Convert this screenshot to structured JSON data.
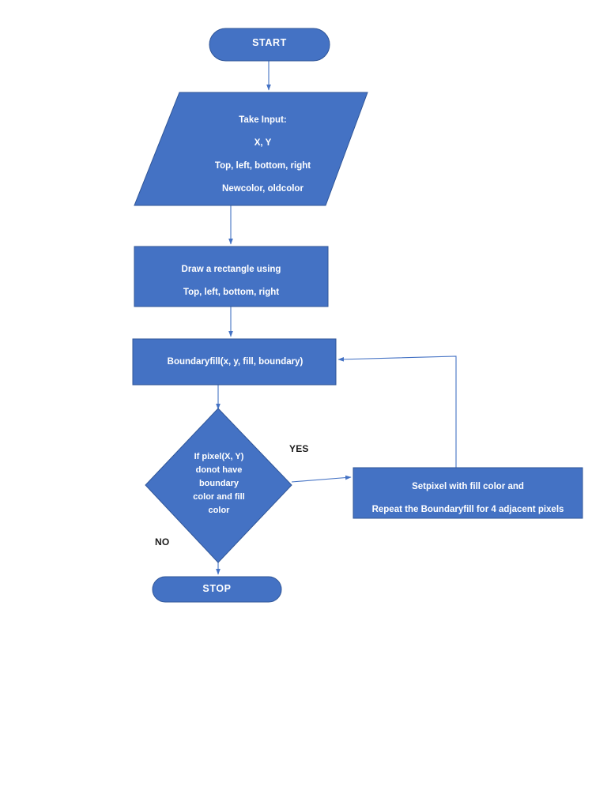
{
  "diagram": {
    "title": "Boundary Fill Algorithm Flowchart",
    "background_color": "#ffffff",
    "node_fill_color": "#4472C4",
    "node_border_color": "#2F5597",
    "node_text_color": "#ffffff",
    "connector_color": "#4472C4",
    "edge_label_color": "#1a1a1a"
  },
  "nodes": {
    "start": {
      "shape": "terminator",
      "label": "START"
    },
    "input": {
      "shape": "parallelogram",
      "label": "Take Input:\nX, Y\nTop, left, bottom, right\nNewcolor, oldcolor",
      "lines": [
        "Take Input:",
        "X, Y",
        "Top, left, bottom, right",
        "Newcolor, oldcolor"
      ]
    },
    "draw_rectangle": {
      "shape": "process",
      "label": "Draw a rectangle using\nTop, left, bottom, right",
      "lines": [
        "Draw a rectangle using",
        "Top, left, bottom, right"
      ]
    },
    "boundaryfill": {
      "shape": "process",
      "label": "Boundaryfill(x, y, fill, boundary)"
    },
    "decision": {
      "shape": "decision",
      "label": "If pixel(X, Y)\ndonot have\nboundary\ncolor and fill\ncolor",
      "lines": [
        "If pixel(X, Y)",
        "donot have",
        "boundary",
        "color and fill",
        "color"
      ]
    },
    "setpixel": {
      "shape": "process",
      "label": "Setpixel with fill color and\nRepeat the Boundaryfill for  4 adjacent pixels",
      "lines": [
        "Setpixel with fill color and",
        "Repeat the Boundaryfill for  4 adjacent pixels"
      ]
    },
    "stop": {
      "shape": "terminator",
      "label": "STOP"
    }
  },
  "edge_labels": {
    "yes": "YES",
    "no": "NO"
  },
  "edges": [
    {
      "from": "start",
      "to": "input",
      "label": ""
    },
    {
      "from": "input",
      "to": "draw_rectangle",
      "label": ""
    },
    {
      "from": "draw_rectangle",
      "to": "boundaryfill",
      "label": ""
    },
    {
      "from": "boundaryfill",
      "to": "decision",
      "label": ""
    },
    {
      "from": "decision",
      "to": "setpixel",
      "label": "YES"
    },
    {
      "from": "decision",
      "to": "stop",
      "label": "NO"
    },
    {
      "from": "setpixel",
      "to": "boundaryfill",
      "label": ""
    }
  ]
}
